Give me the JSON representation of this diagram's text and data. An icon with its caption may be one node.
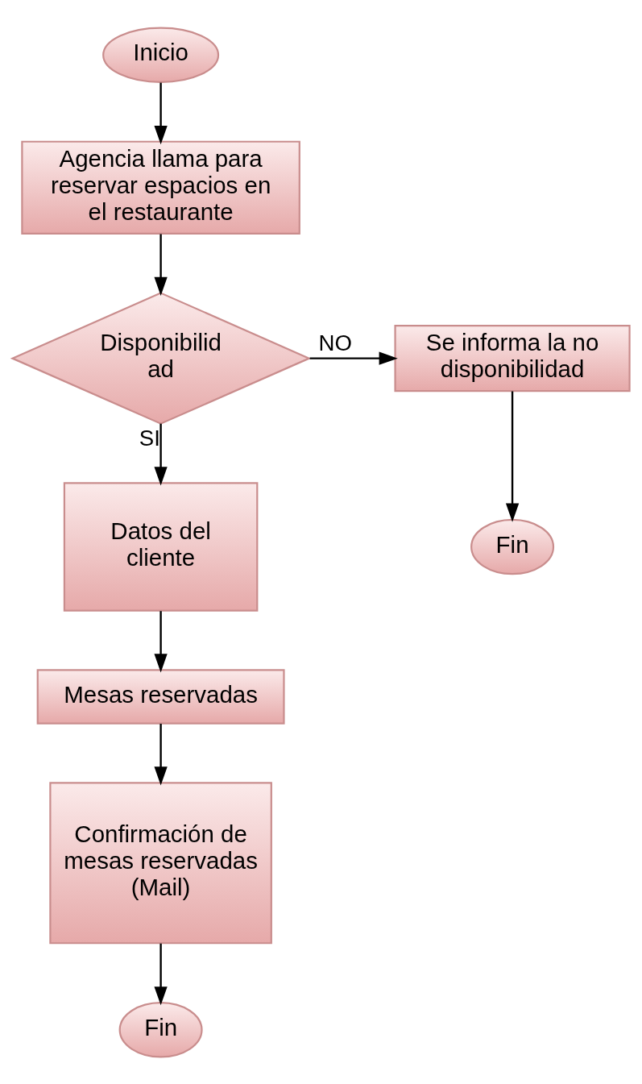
{
  "diagram": {
    "nodes": [
      {
        "text": [
          "Inicio"
        ]
      },
      {
        "text": [
          "Agencia llama para reservar espacios en el restaurante"
        ]
      },
      {
        "text": [
          "Disponibilid ad"
        ]
      },
      {
        "text": [
          "Se informa la no disponibilidad"
        ]
      },
      {
        "text": [
          "Fin"
        ]
      },
      {
        "text": [
          "Datos del cliente"
        ]
      },
      {
        "text": [
          "Mesas reservadas"
        ]
      },
      {
        "text": [
          "Confirmación de mesas reservadas (Mail)"
        ]
      },
      {
        "text": [
          "Fin"
        ]
      }
    ],
    "edges": [
      {
        "from": 0,
        "to": 1,
        "arrow": "to"
      },
      {
        "from": 1,
        "to": 2,
        "arrow": "to"
      },
      {
        "from": 2,
        "to": 3,
        "arrow": "to",
        "label": "NO"
      },
      {
        "from": 3,
        "to": 4,
        "arrow": "to"
      },
      {
        "from": 2,
        "to": 5,
        "arrow": "to",
        "label": "SI"
      },
      {
        "from": 5,
        "to": 6,
        "arrow": "to"
      },
      {
        "from": 6,
        "to": 7,
        "arrow": "to"
      },
      {
        "from": 7,
        "to": 8,
        "arrow": "to"
      }
    ]
  }
}
